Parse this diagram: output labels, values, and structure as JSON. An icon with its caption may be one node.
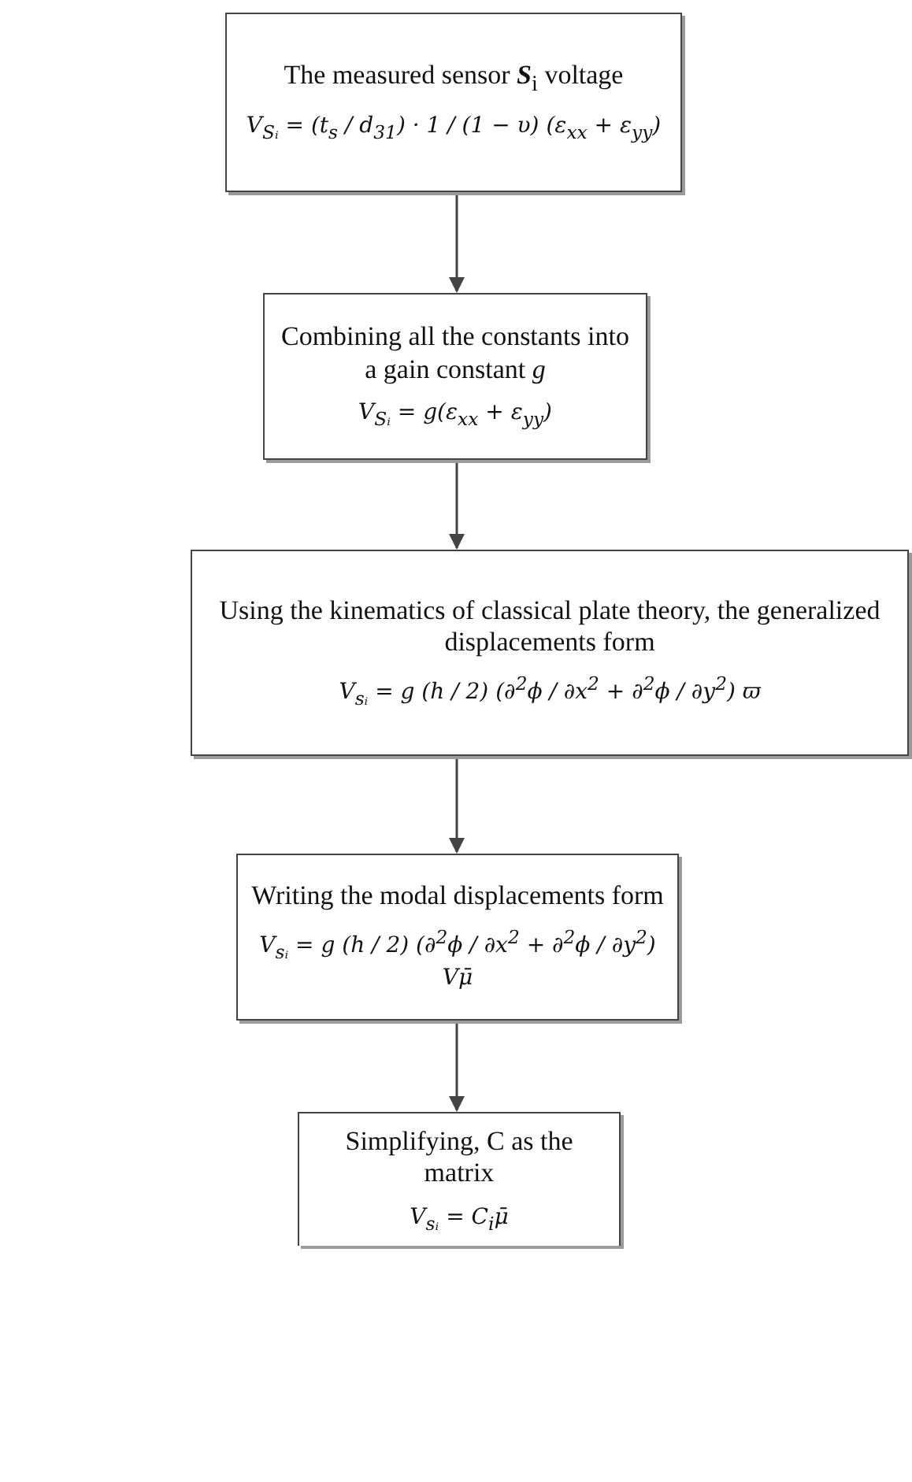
{
  "diagram": {
    "nodes": [
      {
        "text": [
          "The measured sensor **S**$_{i}$ voltage",
          "V$_{Sᵢ}$ = (t$_{s}$ / d$_{31}$) · 1 / (1 − υ) (ε$_{xx}$ + ε$_{yy}$)"
        ]
      },
      {
        "text": [
          "Combining all the constants into a gain constant *g*",
          "V$_{Sᵢ}$ = g(ε$_{xx}$ + ε$_{yy}$)"
        ]
      },
      {
        "text": [
          "Using the kinematics of classical plate theory, the generalized displacements form",
          "V$_{sᵢ}$ = g (h / 2) (∂$^{2}$ϕ / ∂x$^{2}$ + ∂$^{2}$ϕ / ∂y$^{2}$) ϖ"
        ]
      },
      {
        "text": [
          "Writing the modal displacements form",
          "V$_{sᵢ}$ = g (h / 2) (∂$^{2}$ϕ / ∂x$^{2}$ + ∂$^{2}$ϕ / ∂y$^{2}$) Vμ̄"
        ]
      },
      {
        "text": [
          "Simplifying, C as the matrix",
          "V$_{sᵢ}$ = C$_{i}$μ̄"
        ]
      }
    ],
    "edges": [
      {
        "from": 0,
        "to": 1,
        "arrow": "to"
      },
      {
        "from": 1,
        "to": 2,
        "arrow": "to"
      },
      {
        "from": 2,
        "to": 3,
        "arrow": "to"
      },
      {
        "from": 3,
        "to": 4,
        "arrow": "to"
      }
    ]
  }
}
